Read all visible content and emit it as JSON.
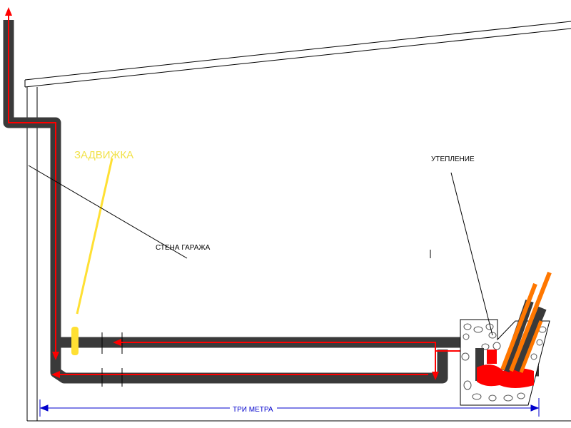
{
  "labels": {
    "damper": "ЗАДВИЖКА",
    "insulation": "УТЕПЛЕНИЕ",
    "garage_wall": "СТЕНА ГАРАЖА",
    "distance": "ТРИ МЕТРА"
  },
  "colors": {
    "pipe": "#3a3a3a",
    "flow_arrow": "#ff0000",
    "damper": "#ffe033",
    "damper_label": "#f2e24a",
    "dimension": "#0000cc",
    "outline": "#000000",
    "fire": "#ff0000",
    "wood": "#ff7700"
  }
}
